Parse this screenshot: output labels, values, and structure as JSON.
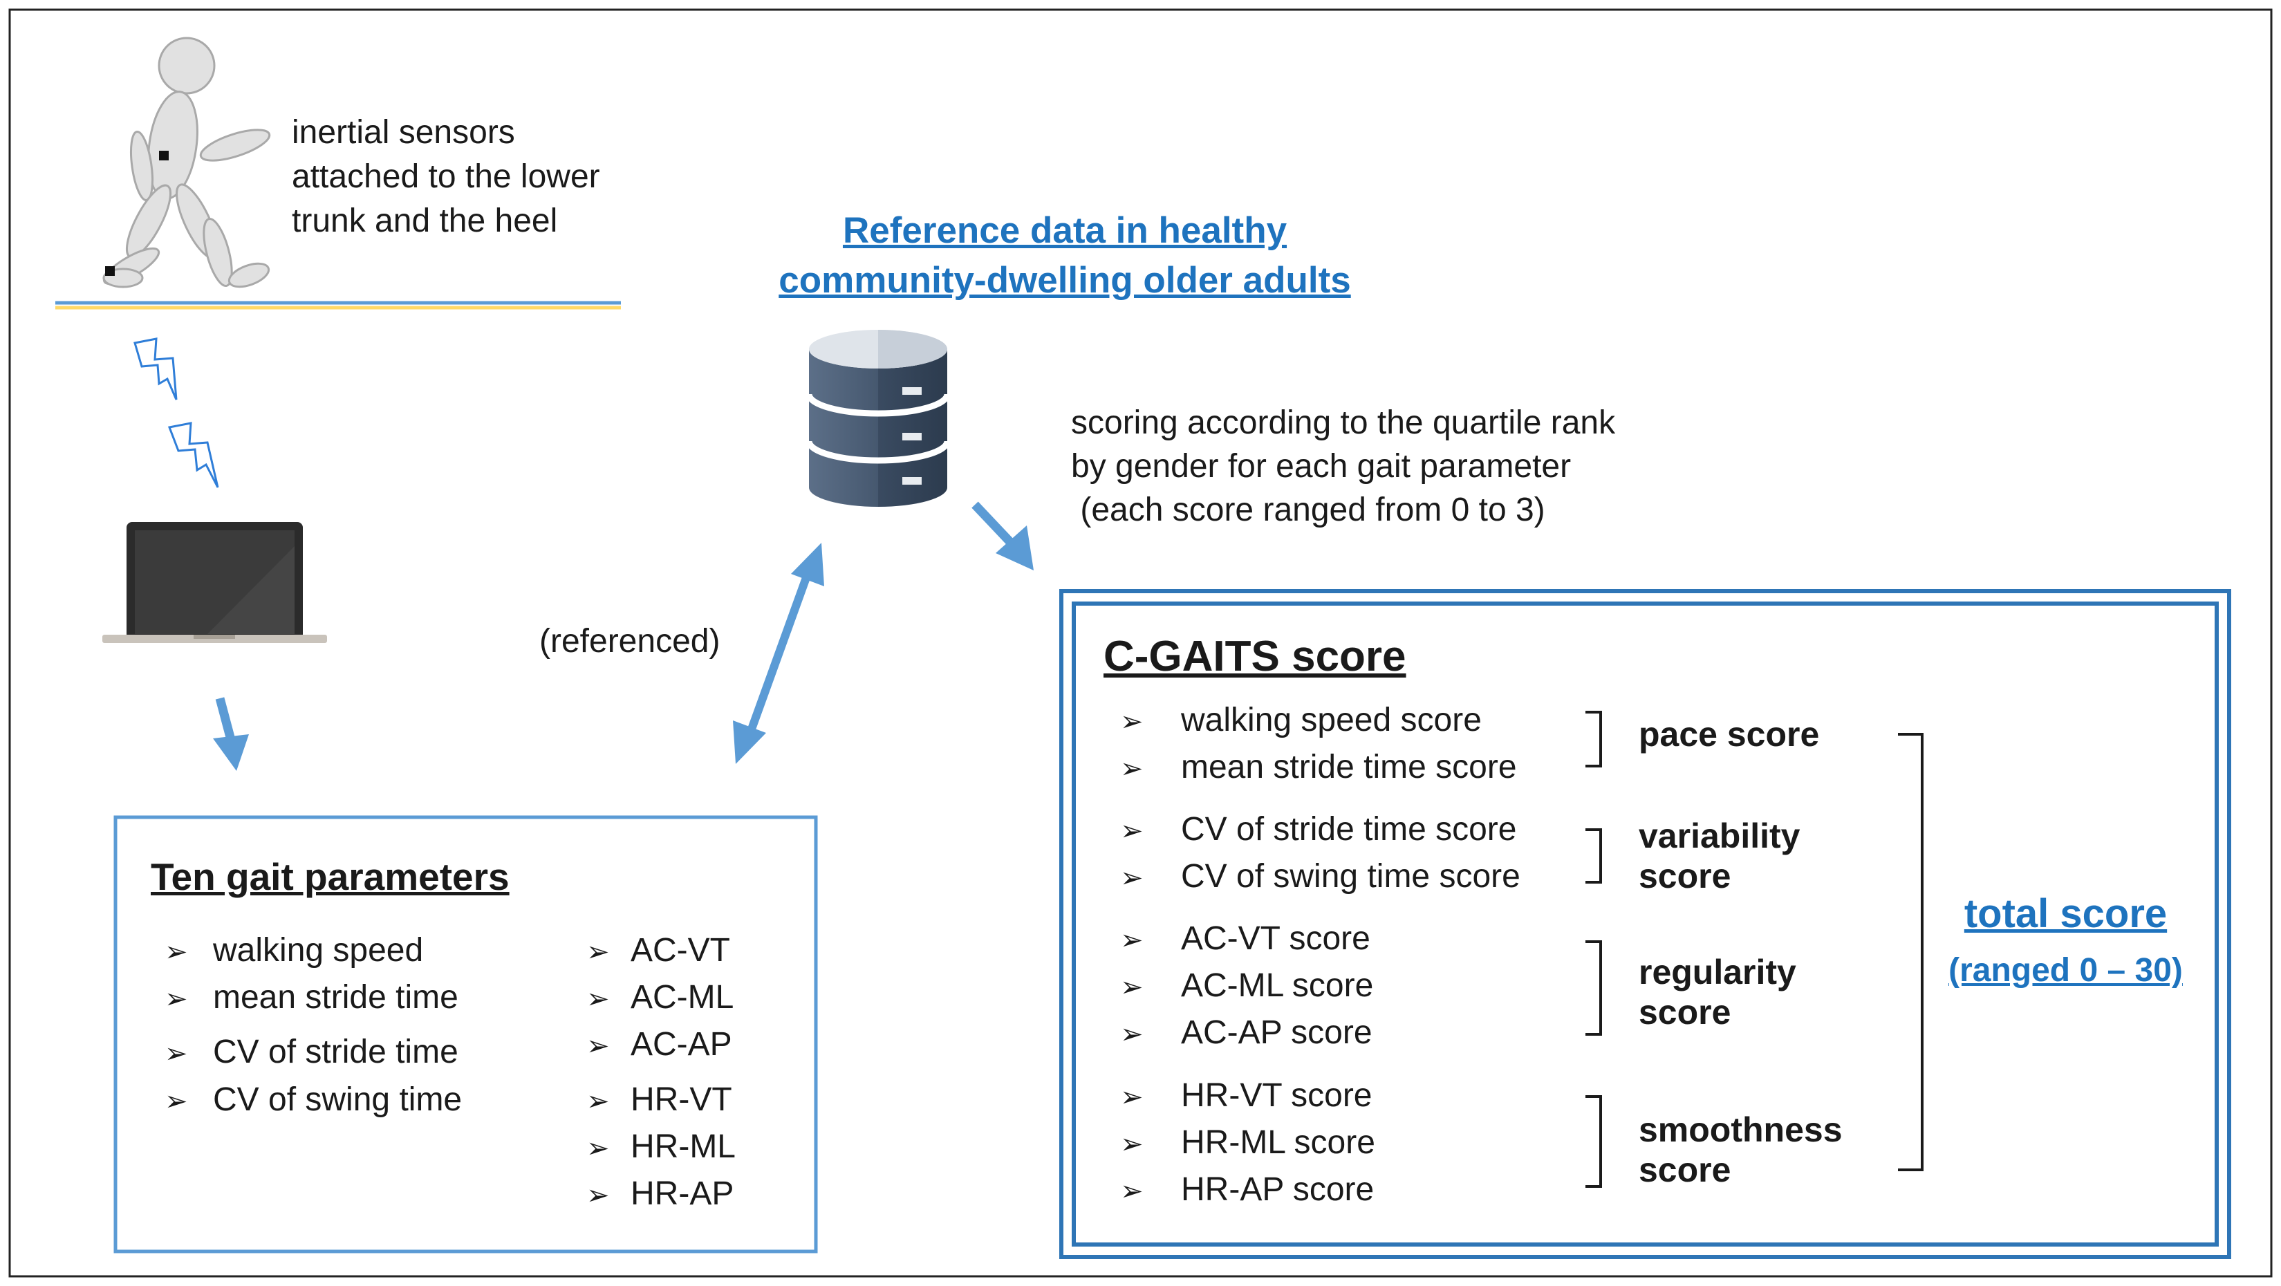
{
  "sensor_caption": [
    "inertial sensors",
    "attached to the lower",
    "trunk and the heel"
  ],
  "reference_title": [
    "Reference data in healthy",
    "community-dwelling older adults"
  ],
  "scoring_caption": [
    "scoring according to the quartile rank",
    "by gender for each gait parameter",
    " (each score ranged from 0 to 3)"
  ],
  "referenced_label": "(referenced)",
  "ten_params": {
    "title": "Ten gait parameters",
    "left_items": [
      "walking speed",
      "mean stride time",
      "CV of stride time",
      "CV of swing time"
    ],
    "right_items": [
      "AC-VT",
      "AC-ML",
      "AC-AP",
      "HR-VT",
      "HR-ML",
      "HR-AP"
    ]
  },
  "cgaits": {
    "title": "C-GAITS score",
    "items": [
      "walking speed score",
      "mean stride time score",
      "CV of stride time score",
      "CV of swing time score",
      "AC-VT score",
      "AC-ML score",
      "AC-AP score",
      "HR-VT score",
      "HR-ML score",
      "HR-AP score"
    ],
    "groups": [
      {
        "lines": [
          "pace score"
        ]
      },
      {
        "lines": [
          "variability",
          "score"
        ]
      },
      {
        "lines": [
          "regularity",
          "score"
        ]
      },
      {
        "lines": [
          "smoothness",
          "score"
        ]
      }
    ],
    "total": [
      "total score",
      "(ranged 0 – 30)"
    ]
  },
  "icons": {
    "walker": "walking-figure-icon",
    "wireless": "wireless-signal-icon",
    "laptop": "laptop-icon",
    "database": "database-icon",
    "bullet": "➢"
  },
  "colors": {
    "accent": "#1e73be",
    "box_border": "#5b9bd5",
    "arrow": "#5b9bd5",
    "database": "#3f5571"
  }
}
